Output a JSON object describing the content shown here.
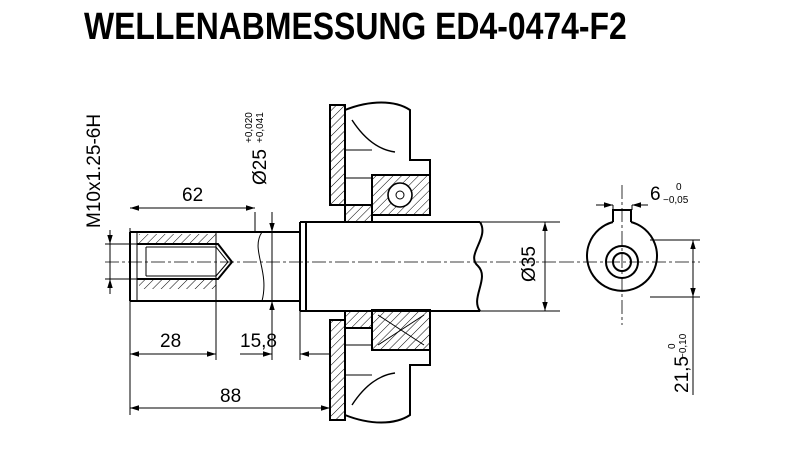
{
  "title": "WELLENABMESSUNG ED4-0474-F2",
  "dimensions": {
    "thread": "M10x1.25-6H",
    "d25": "Ø25",
    "d25_tol_upper": "+0,020",
    "d25_tol_lower": "+0,041",
    "d35": "Ø35",
    "len62": "62",
    "len28": "28",
    "len15_8": "15,8",
    "len88": "88",
    "key_width": "6",
    "key_tol_upper": "0",
    "key_tol_lower": "−0,05",
    "key_height": "21,5",
    "key_height_tol_upper": "0",
    "key_height_tol_lower": "−0,10"
  }
}
